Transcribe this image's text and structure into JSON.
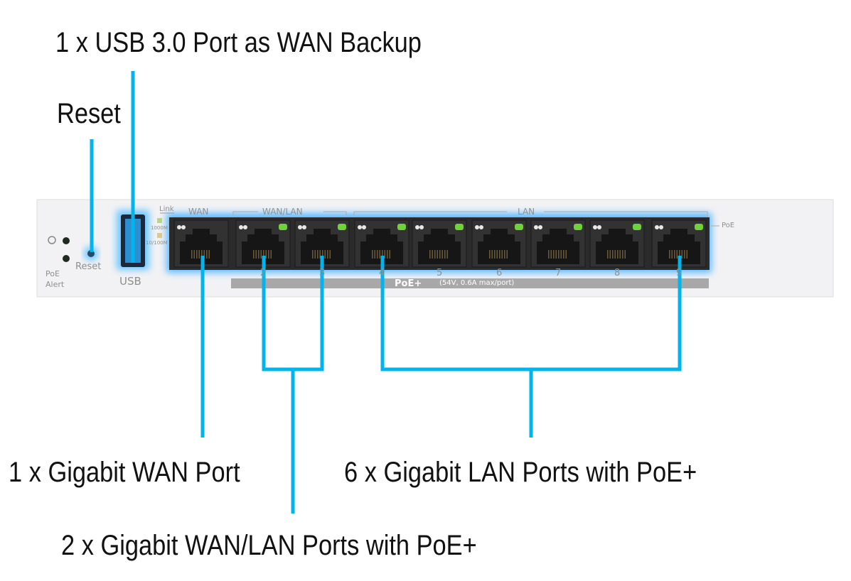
{
  "callouts": {
    "usb": "1 x USB 3.0 Port as WAN Backup",
    "reset": "Reset",
    "wan": "1 x Gigabit WAN Port",
    "wanlan": "2 x Gigabit WAN/LAN Ports with PoE+",
    "lan": "6 x Gigabit LAN Ports with PoE+"
  },
  "device": {
    "poe_alert": [
      "PoE",
      "Alert"
    ],
    "reset_label": "Reset",
    "usb_label": "USB",
    "link_label": "Link",
    "speed_1000": "1000M",
    "speed_10_100": "10/100M",
    "group_wan": "WAN",
    "group_wanlan": "WAN/LAN",
    "group_lan": "LAN",
    "poe_side": "PoE",
    "port_numbers": [
      "2",
      "3",
      "4",
      "5",
      "6",
      "7",
      "8",
      "9"
    ],
    "poe_bar_title": "PoE+",
    "poe_bar_spec": "(54V, 0.6A max/port)"
  },
  "colors": {
    "callout_line": "#00b4ee",
    "glow": "#4fb8ff",
    "port_body": "#2b2b2b",
    "led_green": "#6fd23a"
  }
}
